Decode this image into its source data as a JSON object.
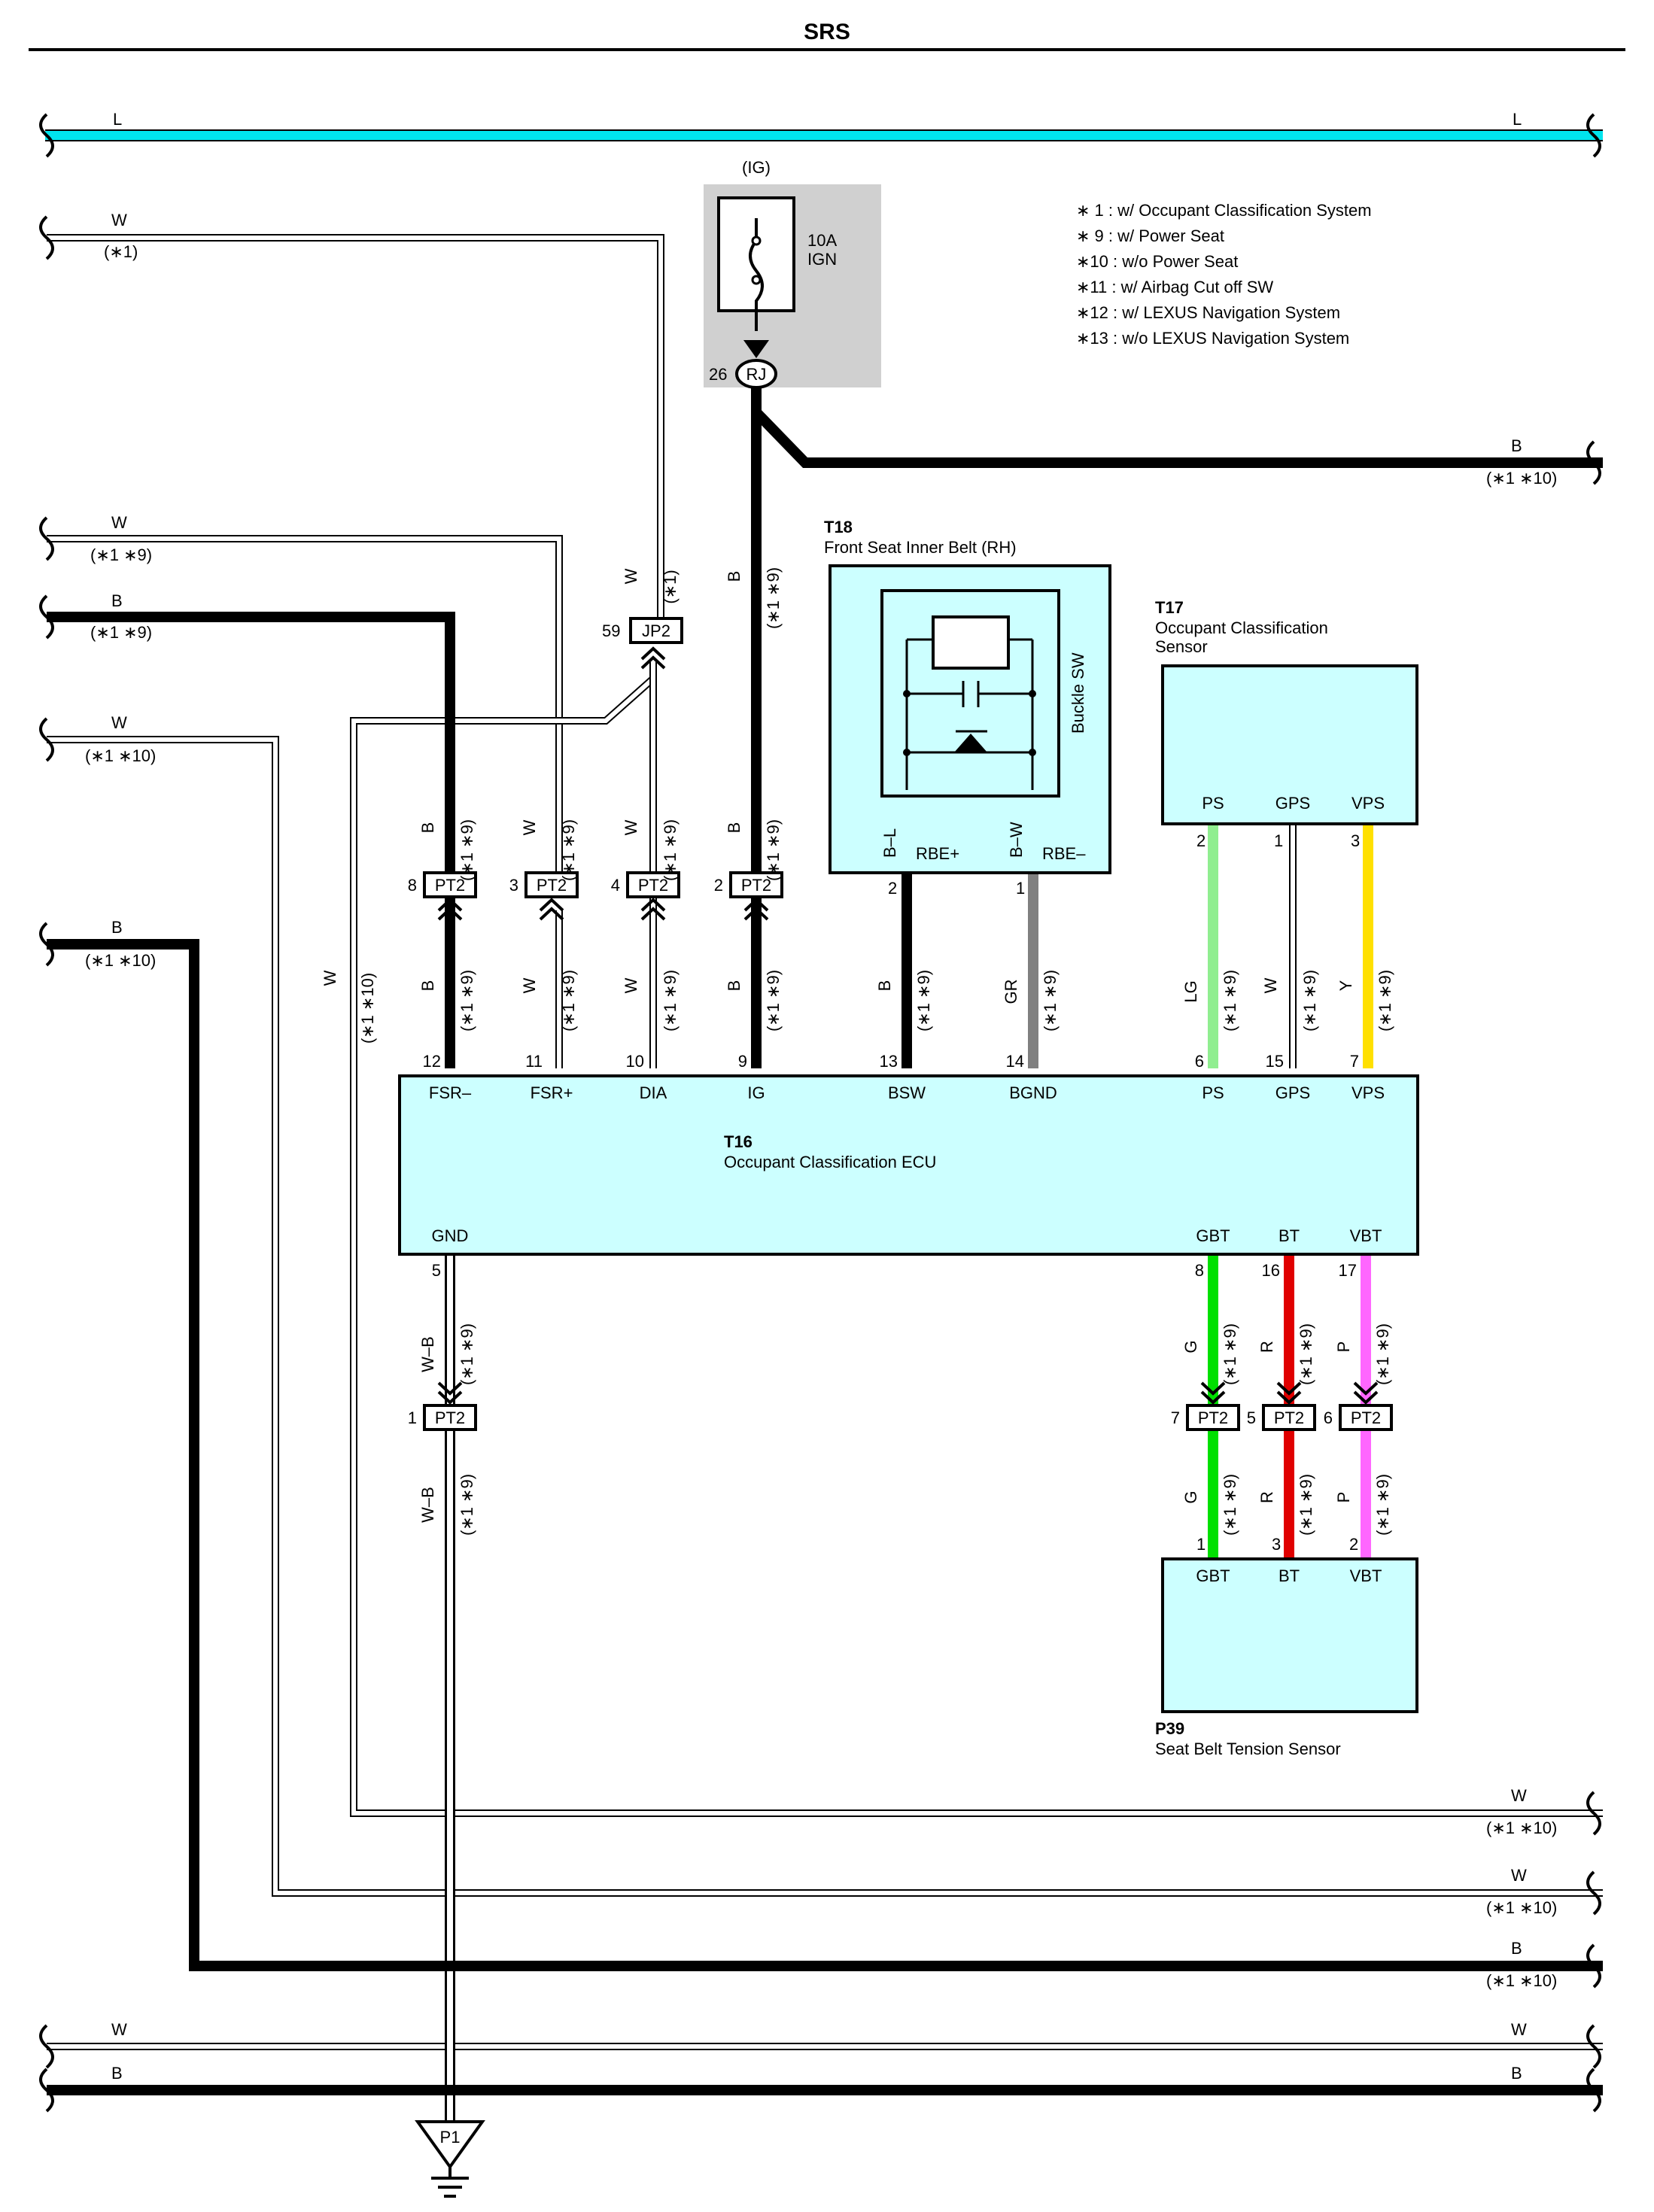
{
  "title": "SRS",
  "legend": [
    "∗ 1 : w/ Occupant Classification System",
    "∗ 9 : w/ Power Seat",
    "∗10 : w/o Power Seat",
    "∗11 : w/ Airbag Cut off SW",
    "∗12 : w/ LEXUS Navigation System",
    "∗13 : w/o LEXUS Navigation System"
  ],
  "fuse": {
    "power": "(IG)",
    "rating": "10A",
    "name": "IGN",
    "pin": "26",
    "connector": "RJ"
  },
  "components": {
    "t18": {
      "code": "T18",
      "name": "Front Seat Inner Belt (RH)",
      "switch": "Buckle SW",
      "wire1": "B–L",
      "wire2": "B–W",
      "pin1": "RBE+",
      "pin2": "RBE–",
      "num1": "2",
      "num2": "1"
    },
    "t17": {
      "code": "T17",
      "name1": "Occupant Classification",
      "name2": "Sensor",
      "pins": [
        "PS",
        "GPS",
        "VPS"
      ],
      "nums": [
        "2",
        "1",
        "3"
      ]
    },
    "t16": {
      "code": "T16",
      "name": "Occupant Classification ECU",
      "top_pins": [
        "FSR–",
        "FSR+",
        "DIA",
        "IG",
        "BSW",
        "BGND",
        "PS",
        "GPS",
        "VPS"
      ],
      "top_nums": [
        "12",
        "11",
        "10",
        "9",
        "13",
        "14",
        "6",
        "15",
        "7"
      ],
      "bottom_pins": [
        "GND",
        "GBT",
        "BT",
        "VBT"
      ],
      "bottom_nums": [
        "5",
        "8",
        "16",
        "17"
      ]
    },
    "p39": {
      "code": "P39",
      "name": "Seat Belt Tension Sensor",
      "pins": [
        "GBT",
        "BT",
        "VBT"
      ],
      "nums": [
        "1",
        "3",
        "2"
      ]
    }
  },
  "connectors": {
    "pt2": "PT2",
    "jp2": "JP2",
    "jp2_num": "59",
    "p1": "P1",
    "upper_nums": [
      "8",
      "3",
      "4",
      "2"
    ],
    "lower_nums": [
      "1",
      "7",
      "5",
      "6"
    ]
  },
  "wire_codes": {
    "L": "L",
    "W": "W",
    "B": "B",
    "WB": "W–B",
    "GR": "GR",
    "LG": "LG",
    "Y": "Y",
    "G": "G",
    "R": "R",
    "P": "P"
  },
  "conditions": {
    "c1": "(∗1)",
    "c19": "(∗1 ∗9)",
    "c110": "(∗1 ∗10)"
  },
  "colors": {
    "L": "#00e5ee",
    "W": "#ffffff",
    "B": "#000000",
    "LG": "#90ee90",
    "Y": "#ffe000",
    "G": "#00e000",
    "R": "#e00000",
    "P": "#ff66ff",
    "GR": "#808080",
    "box": "#ccffff",
    "fuse_bg": "#d0d0d0"
  }
}
